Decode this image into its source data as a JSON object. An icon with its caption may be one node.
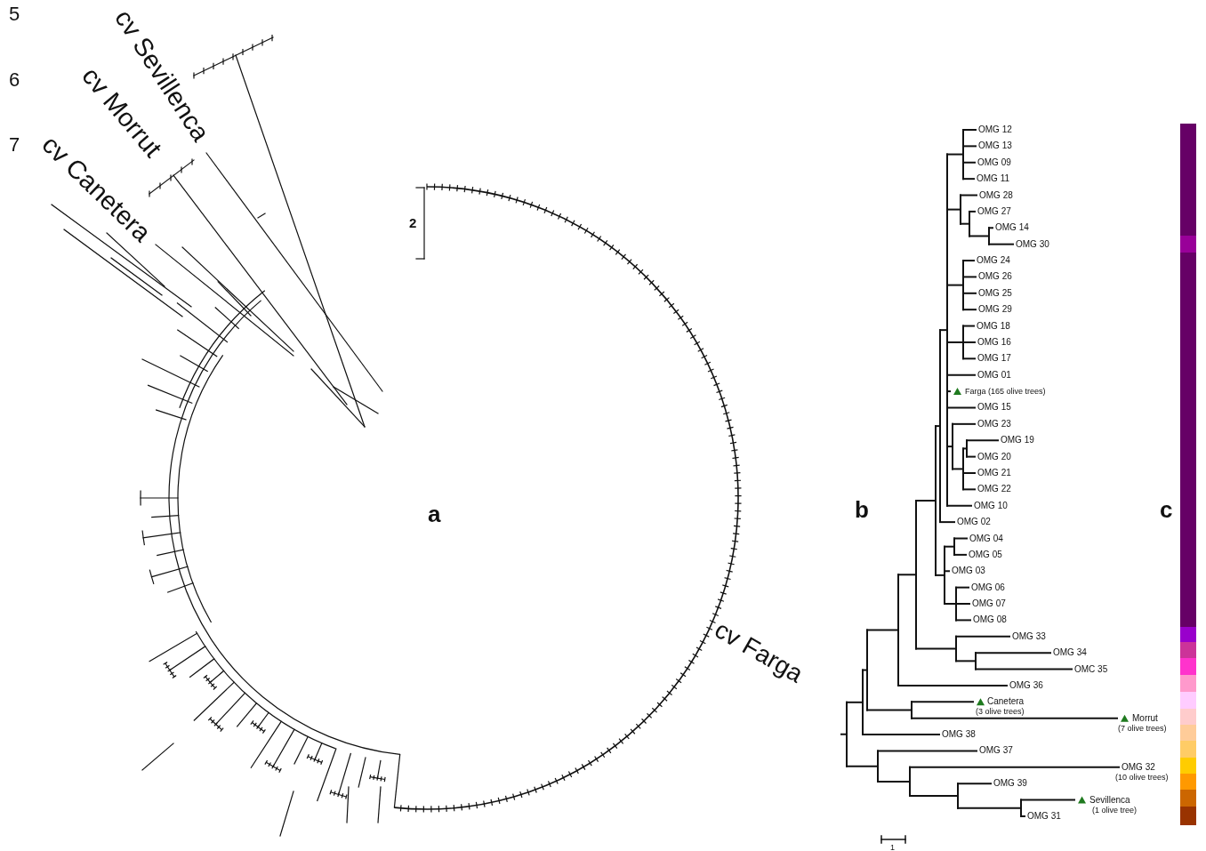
{
  "diagram": {
    "labels": [
      "5",
      "6",
      "7",
      "cv Sevillenca",
      "cv Morrut",
      "cv Canetera",
      "2",
      "a",
      "cv Farga",
      "b",
      "OMG 12",
      "OMG 13",
      "OMG 09",
      "OMG 11",
      "OMG 28",
      "OMG 27",
      "OMG 14",
      "OMG 30",
      "OMG 24",
      "OMG 26",
      "OMG 25",
      "OMG 29",
      "OMG 18",
      "OMG 16",
      "OMG 17",
      "OMG 01",
      "Farga (165 olive trees)",
      "OMG 15",
      "OMG 23",
      "OMG 19",
      "OMG 20",
      "OMG 21",
      "OMG 22",
      "OMG 10",
      "OMG 02",
      "OMG 04",
      "OMG 05",
      "OMG 03",
      "OMG 06",
      "OMG 07",
      "OMG 08",
      "OMG 33",
      "OMG 34",
      "OMC 35",
      "OMG 36",
      "Canetera",
      "(3 olive trees)",
      "Morrut",
      "(7 olive trees)",
      "OMG 38",
      "OMG 37",
      "OMG 32",
      "(10 olive trees)",
      "OMG 39",
      "Sevillenca",
      "(1 olive tree)",
      "OMG 31",
      "1",
      "c"
    ]
  }
}
